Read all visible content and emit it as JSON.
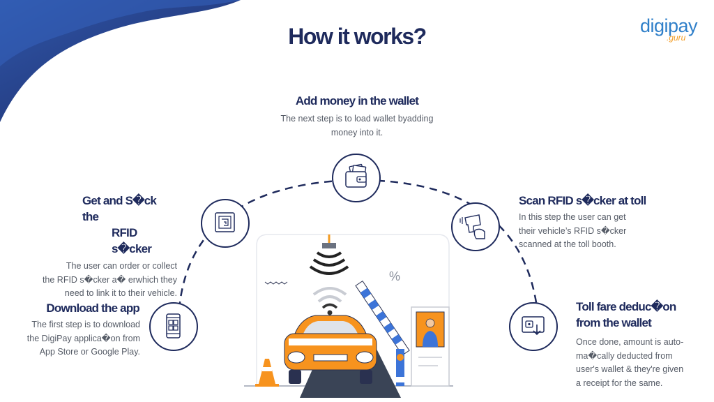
{
  "page": {
    "title": "How it works?",
    "logo": {
      "main": "digipay",
      "sub": ".guru"
    }
  },
  "steps": [
    {
      "heading": "Download the app",
      "desc_lines": [
        "The first step is to download",
        "the DigiPay applica�on from",
        "App Store or Google Play."
      ]
    },
    {
      "heading_lines": [
        "Get and S�ck",
        "the",
        "RFID",
        "s�cker"
      ],
      "desc_lines": [
        "The user can order or collect",
        "the RFID s�cker a� erwhich they",
        "need to link it to their vehicle."
      ]
    },
    {
      "heading": "Add money in the wallet",
      "desc_lines": [
        "The next step is to load wallet byadding",
        "money into it."
      ]
    },
    {
      "heading": "Scan RFID s�cker at toll",
      "desc_lines": [
        "In this step the user can get",
        "their vehicle’s RFID s�cker",
        "scanned at the toll booth."
      ]
    },
    {
      "heading_lines": [
        "Toll fare deduc�on",
        "from the wallet"
      ],
      "desc_lines": [
        "Once done, amount is auto-",
        "ma�cally deducted from",
        "user's wallet & they're given",
        "a receipt for the same."
      ]
    }
  ],
  "illustration": {
    "percent_sign": "%"
  },
  "colors": {
    "navy": "#1e2a5c",
    "blue": "#2f7fc9",
    "orange": "#f7931e",
    "text": "#555b66"
  },
  "icons": [
    "smartphone-icon",
    "rfid-sticker-icon",
    "wallet-icon",
    "rfid-scanner-icon",
    "wallet-deduction-icon"
  ]
}
